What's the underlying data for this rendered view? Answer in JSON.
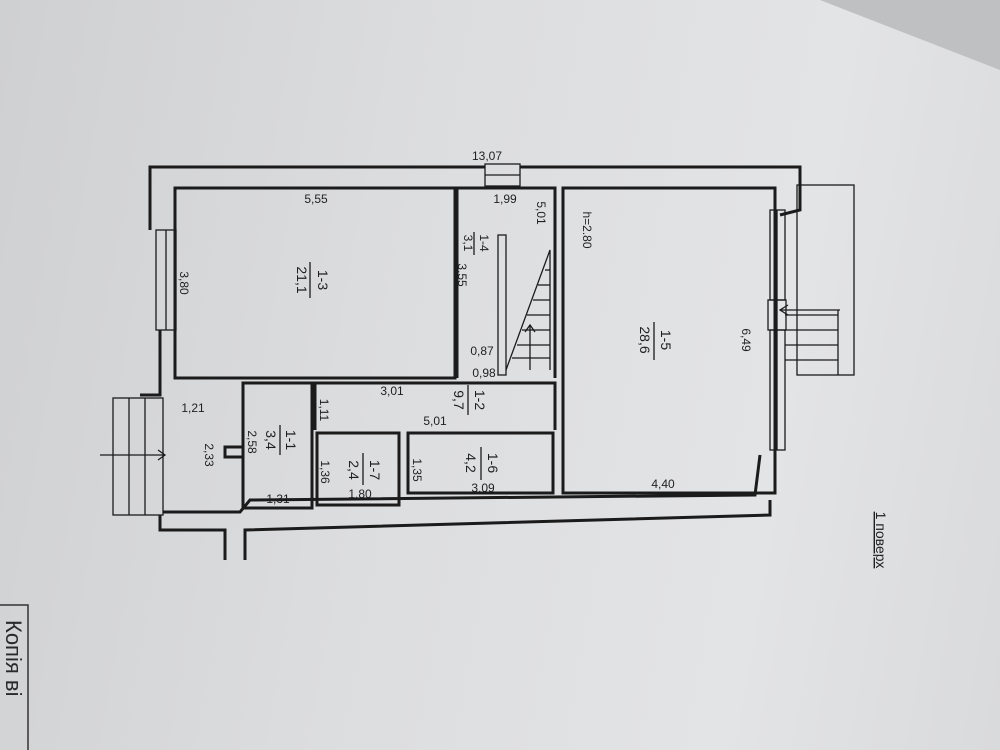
{
  "document": {
    "floor_label": "1 поверх",
    "stamp_text": "Копія ві",
    "ceiling_height": "h=2.80"
  },
  "rooms": [
    {
      "id": "1-1",
      "area": "3,4"
    },
    {
      "id": "1-2",
      "area": "9,7"
    },
    {
      "id": "1-3",
      "area": "21,1"
    },
    {
      "id": "1-4",
      "area": "3,1"
    },
    {
      "id": "1-5",
      "area": "28,6"
    },
    {
      "id": "1-6",
      "area": "4,2"
    },
    {
      "id": "1-7",
      "area": "2,4"
    }
  ],
  "dimensions": {
    "total_width": "13,07",
    "r13_width": "5,55",
    "r13_depth": "3,80",
    "r14_width": "1,99",
    "r14_depth": "3,55",
    "stair_length": "5,01",
    "r14_bottom_a": "0,87",
    "r14_bottom_b": "0,98",
    "r12_top": "3,01",
    "r12_side": "1,11",
    "r12_bottom": "5,01",
    "vest_width": "1,21",
    "vest_depth": "2,33",
    "r11_depth": "2,58",
    "r11_width": "1,31",
    "r17_depth": "1,36",
    "r17_width": "1,80",
    "r16_depth": "1,35",
    "r16_width": "3,09",
    "r15_depth": "6,49",
    "r15_width": "4,40"
  }
}
